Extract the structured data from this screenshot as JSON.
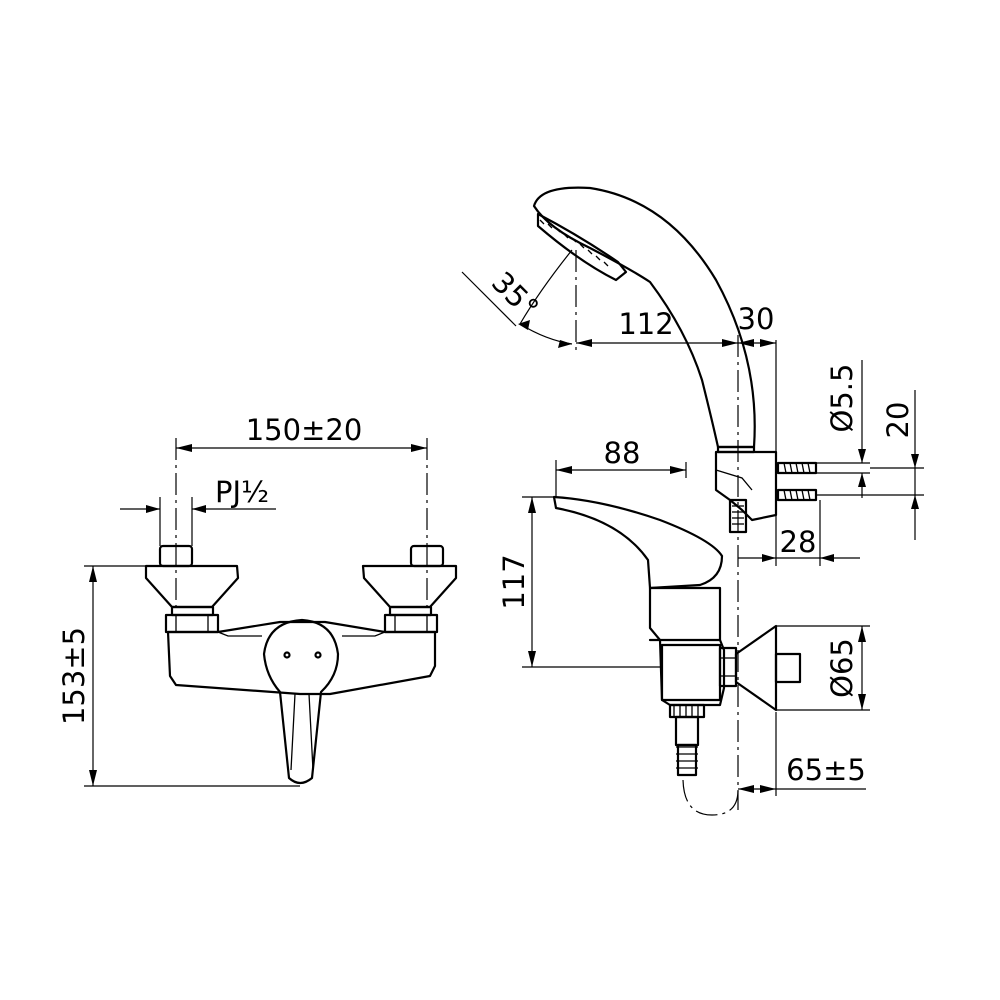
{
  "drawing": {
    "front_view": {
      "width_dim": "150±20",
      "thread_dim": "PJ½",
      "height_dim": "153±5"
    },
    "side_view": {
      "handle_dim": "88",
      "handle_height_dim": "117",
      "spray_angle_dim": "35°",
      "spout_reach_dim": "112",
      "spout_offset_dim": "30",
      "screw_dia_dim": "Ø5.5",
      "screw_pitch_dim": "20",
      "bracket_dim": "28",
      "flange_dia_dim": "Ø65",
      "wall_offset_dim": "65±5"
    }
  }
}
